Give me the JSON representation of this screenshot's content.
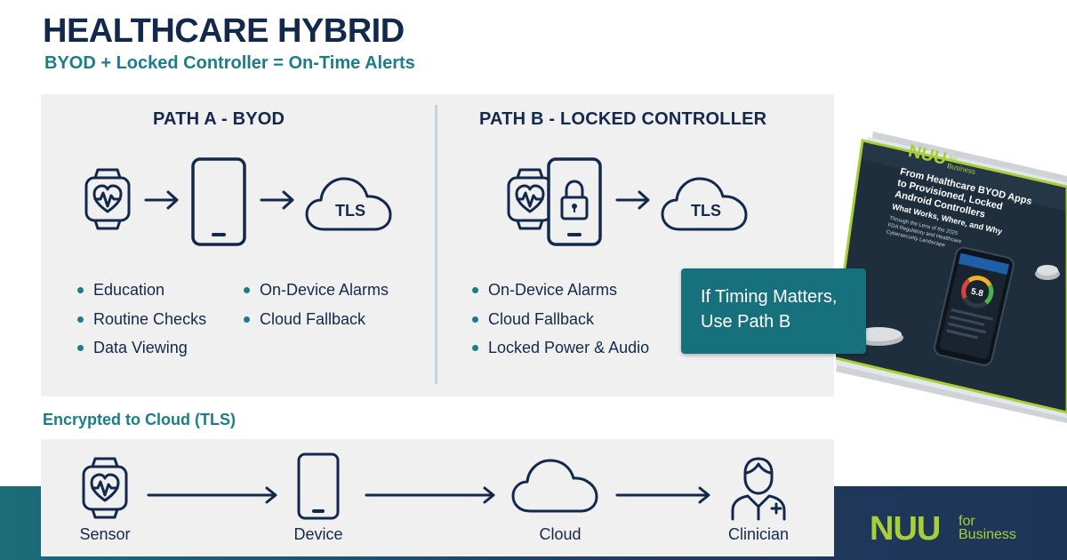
{
  "header": {
    "title": "HEALTHCARE HYBRID",
    "subtitle": "BYOD + Locked Controller = On-Time Alerts"
  },
  "path_a": {
    "title": "PATH A - BYOD",
    "cloud_text": "TLS",
    "bullets_left": [
      "Education",
      "Routine Checks",
      "Data Viewing"
    ],
    "bullets_right": [
      "On-Device Alarms",
      "Cloud Fallback"
    ]
  },
  "path_b": {
    "title": "PATH B - LOCKED CONTROLLER",
    "cloud_text": "TLS",
    "bullets": [
      "On-Device Alarms",
      "Cloud Fallback",
      "Locked Power & Audio"
    ]
  },
  "callout": {
    "line1": "If Timing Matters,",
    "line2": "Use Path B"
  },
  "flow": {
    "label": "Encrypted to Cloud (TLS)",
    "steps": [
      "Sensor",
      "Device",
      "Cloud",
      "Clinician"
    ]
  },
  "brochure": {
    "brand": "NUU",
    "brand_for": "for",
    "brand_business": "Business",
    "headline_lines": [
      "From Healthcare BYOD Apps",
      "to Provisioned, Locked",
      "Android Controllers"
    ],
    "subhead": "What Works, Where, and Why",
    "body_lines": [
      "Through the Lens of the 2025",
      "FDA Regulatory and Healthcare",
      "Cybersecurity Landscape"
    ],
    "phone_value": "5.8"
  },
  "logo": {
    "brand": "NUU",
    "for": "for",
    "business": "Business"
  },
  "colors": {
    "navy": "#13294b",
    "teal": "#1b7d8a",
    "callout": "#17717c",
    "lime": "#a8cf38",
    "panel": "#f0f0f0"
  },
  "icons": [
    "watch-heart-icon",
    "arrow-right-icon",
    "smartphone-icon",
    "cloud-icon",
    "lock-icon",
    "clinician-icon"
  ]
}
